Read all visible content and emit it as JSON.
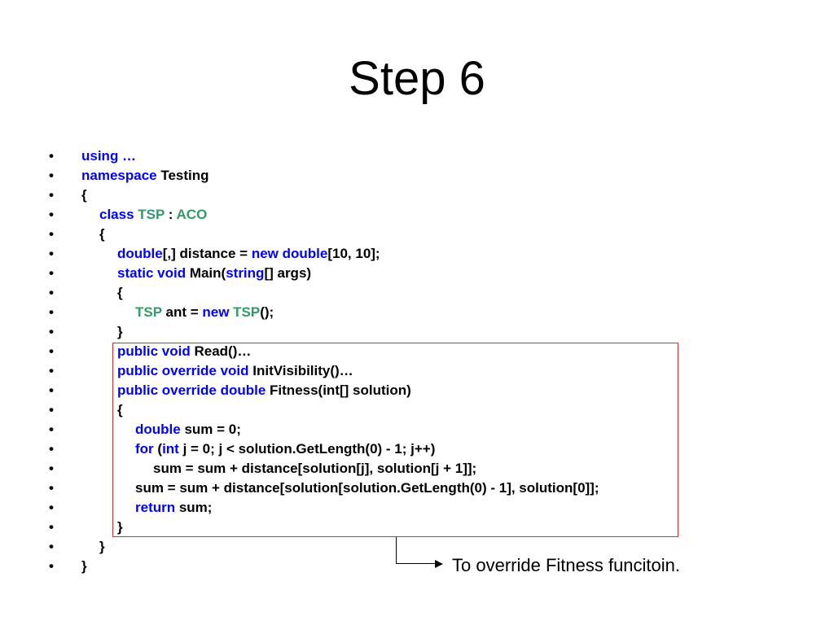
{
  "title": "Step 6",
  "bullet_char": "•",
  "code_lines": [
    {
      "indent": 0,
      "tokens": [
        {
          "t": "using …",
          "c": "kw"
        }
      ]
    },
    {
      "indent": 0,
      "tokens": [
        {
          "t": "namespace",
          "c": "kw"
        },
        {
          "t": " Testing",
          "c": ""
        }
      ]
    },
    {
      "indent": 0,
      "tokens": [
        {
          "t": "{",
          "c": ""
        }
      ]
    },
    {
      "indent": 1,
      "tokens": [
        {
          "t": "class",
          "c": "kw"
        },
        {
          "t": " ",
          "c": ""
        },
        {
          "t": "TSP",
          "c": "ty"
        },
        {
          "t": " : ",
          "c": ""
        },
        {
          "t": "ACO",
          "c": "ty"
        }
      ]
    },
    {
      "indent": 1,
      "tokens": [
        {
          "t": "{",
          "c": ""
        }
      ]
    },
    {
      "indent": 2,
      "tokens": [
        {
          "t": "double",
          "c": "kw"
        },
        {
          "t": "[,] distance = ",
          "c": ""
        },
        {
          "t": "new double",
          "c": "kw"
        },
        {
          "t": "[10, 10];",
          "c": ""
        }
      ]
    },
    {
      "indent": 2,
      "tokens": [
        {
          "t": "static void",
          "c": "kw"
        },
        {
          "t": " Main(",
          "c": ""
        },
        {
          "t": "string",
          "c": "kw"
        },
        {
          "t": "[] args)",
          "c": ""
        }
      ]
    },
    {
      "indent": 2,
      "tokens": [
        {
          "t": "{",
          "c": ""
        }
      ]
    },
    {
      "indent": 3,
      "tokens": [
        {
          "t": "TSP",
          "c": "ty"
        },
        {
          "t": " ant = ",
          "c": ""
        },
        {
          "t": "new",
          "c": "kw"
        },
        {
          "t": " ",
          "c": ""
        },
        {
          "t": "TSP",
          "c": "ty"
        },
        {
          "t": "();",
          "c": ""
        }
      ]
    },
    {
      "indent": 2,
      "tokens": [
        {
          "t": "}",
          "c": ""
        }
      ]
    },
    {
      "indent": 2,
      "tokens": [
        {
          "t": "public void",
          "c": "kw"
        },
        {
          "t": " Read()…",
          "c": ""
        }
      ]
    },
    {
      "indent": 2,
      "tokens": [
        {
          "t": "public override void",
          "c": "kw"
        },
        {
          "t": " InitVisibility()…",
          "c": ""
        }
      ]
    },
    {
      "indent": 2,
      "tokens": [
        {
          "t": "public override double",
          "c": "kw"
        },
        {
          "t": " Fitness(int[] solution)",
          "c": ""
        }
      ]
    },
    {
      "indent": 2,
      "tokens": [
        {
          "t": "{",
          "c": ""
        }
      ]
    },
    {
      "indent": 3,
      "tokens": [
        {
          "t": "double",
          "c": "kw"
        },
        {
          "t": " sum = 0;",
          "c": ""
        }
      ]
    },
    {
      "indent": 3,
      "tokens": [
        {
          "t": "for",
          "c": "kw"
        },
        {
          "t": " (",
          "c": ""
        },
        {
          "t": "int",
          "c": "kw"
        },
        {
          "t": " j = 0; j < solution.GetLength(0) - 1; j++)",
          "c": ""
        }
      ]
    },
    {
      "indent": 4,
      "tokens": [
        {
          "t": "sum = sum + distance[solution[j], solution[j + 1]];",
          "c": ""
        }
      ]
    },
    {
      "indent": 3,
      "tokens": [
        {
          "t": "sum = sum + distance[solution[solution.GetLength(0) - 1], solution[0]];",
          "c": ""
        }
      ]
    },
    {
      "indent": 3,
      "tokens": [
        {
          "t": "return",
          "c": "kw"
        },
        {
          "t": " sum;",
          "c": ""
        }
      ]
    },
    {
      "indent": 2,
      "tokens": [
        {
          "t": "}",
          "c": ""
        }
      ]
    },
    {
      "indent": 1,
      "tokens": [
        {
          "t": "}",
          "c": ""
        }
      ]
    },
    {
      "indent": 0,
      "tokens": [
        {
          "t": "}",
          "c": ""
        }
      ]
    }
  ],
  "callout": "To override Fitness funcitoin.",
  "colors": {
    "keyword": "#0000ff",
    "type": "#339966",
    "highlight_border": "#e8262c"
  }
}
